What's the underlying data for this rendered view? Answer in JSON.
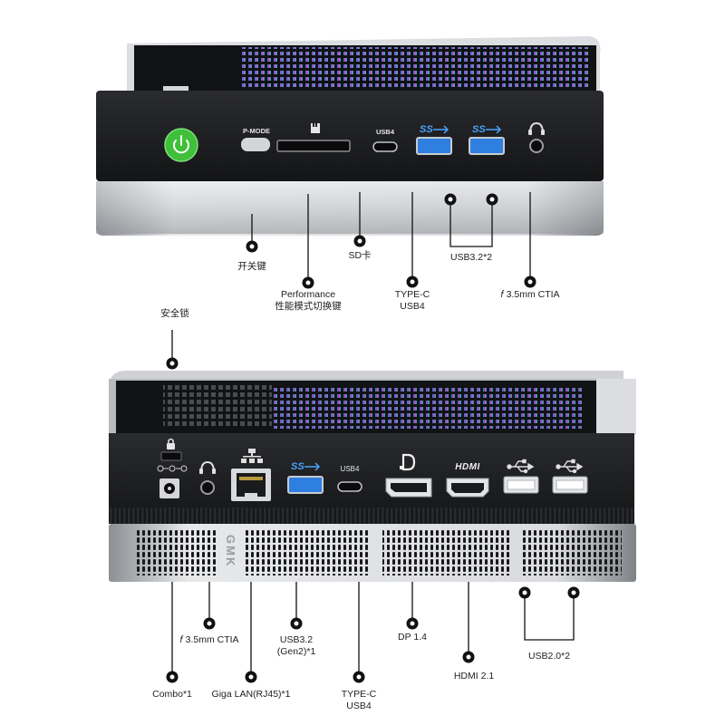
{
  "top_device": {
    "panel_labels": {
      "pmode": "P-MODE",
      "usb4": "USB4"
    },
    "callouts": {
      "power": "开关键",
      "sd": "SD卡",
      "perf_line1": "Performance",
      "perf_line2": "性能模式切换键",
      "typec_line1": "TYPE-C",
      "typec_line2": "USB4",
      "usb32": "USB3.2*2",
      "audio": "𝑓 3.5mm CTIA"
    }
  },
  "bottom_device": {
    "panel_labels": {
      "usb4": "USB4",
      "hdmi_logo": "HDMI",
      "brand": "GMK"
    },
    "callouts": {
      "lock": "安全锁",
      "audio": "𝑓 3.5mm CTIA",
      "combo": "Combo*1",
      "lan": "Giga LAN(RJ45)*1",
      "usb32_line1": "USB3.2",
      "usb32_line2": "(Gen2)*1",
      "typec_line1": "TYPE-C",
      "typec_line2": "USB4",
      "dp": "DP 1.4",
      "hdmi": "HDMI 2.1",
      "usb20": "USB2.0*2"
    }
  },
  "colors": {
    "device_dark": "#1b1c1e",
    "device_silver": "#c9ccd0",
    "accent_blue": "#2f7fe0",
    "power_green": "#3fbf3a",
    "callout_dot": "#111111"
  },
  "icons": [
    "power-icon",
    "sd-card-icon",
    "superspeed-usb-icon",
    "headphone-icon",
    "lock-icon",
    "dc-polarity-icon",
    "ethernet-icon",
    "displayport-icon",
    "usb-icon"
  ]
}
